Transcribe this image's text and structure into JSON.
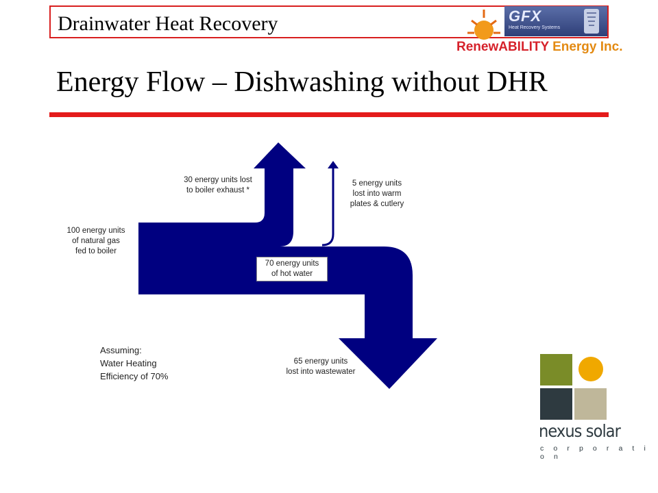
{
  "header": {
    "title": "Drainwater Heat Recovery"
  },
  "logos": {
    "gfx": {
      "text": "GFX",
      "subtitle": "Heat Recovery Systems"
    },
    "renewability": {
      "part1": "RenewABILITY",
      "part2": "Energy Inc."
    },
    "nexus": {
      "name": "nexus solar",
      "tagline": "c o r p o r a t i o n"
    }
  },
  "slide": {
    "title": "Energy Flow – Dishwashing without DHR"
  },
  "diagram": {
    "input_label": [
      "100 energy units",
      "of natural gas",
      "fed to boiler"
    ],
    "exhaust_label": [
      "30 energy units lost",
      "to boiler exhaust *"
    ],
    "plates_label": [
      "5 energy units",
      "lost into warm",
      "plates & cutlery"
    ],
    "hotwater_label": [
      "70 energy units",
      "of hot water"
    ],
    "wastewater_label": [
      "65 energy units",
      "lost into wastewater"
    ],
    "flow_color": "#000080"
  },
  "note": {
    "lines": [
      "Assuming:",
      "Water Heating",
      "Efficiency of 70%"
    ]
  },
  "colors": {
    "accent_red": "#e41b1b",
    "navy": "#000080"
  }
}
